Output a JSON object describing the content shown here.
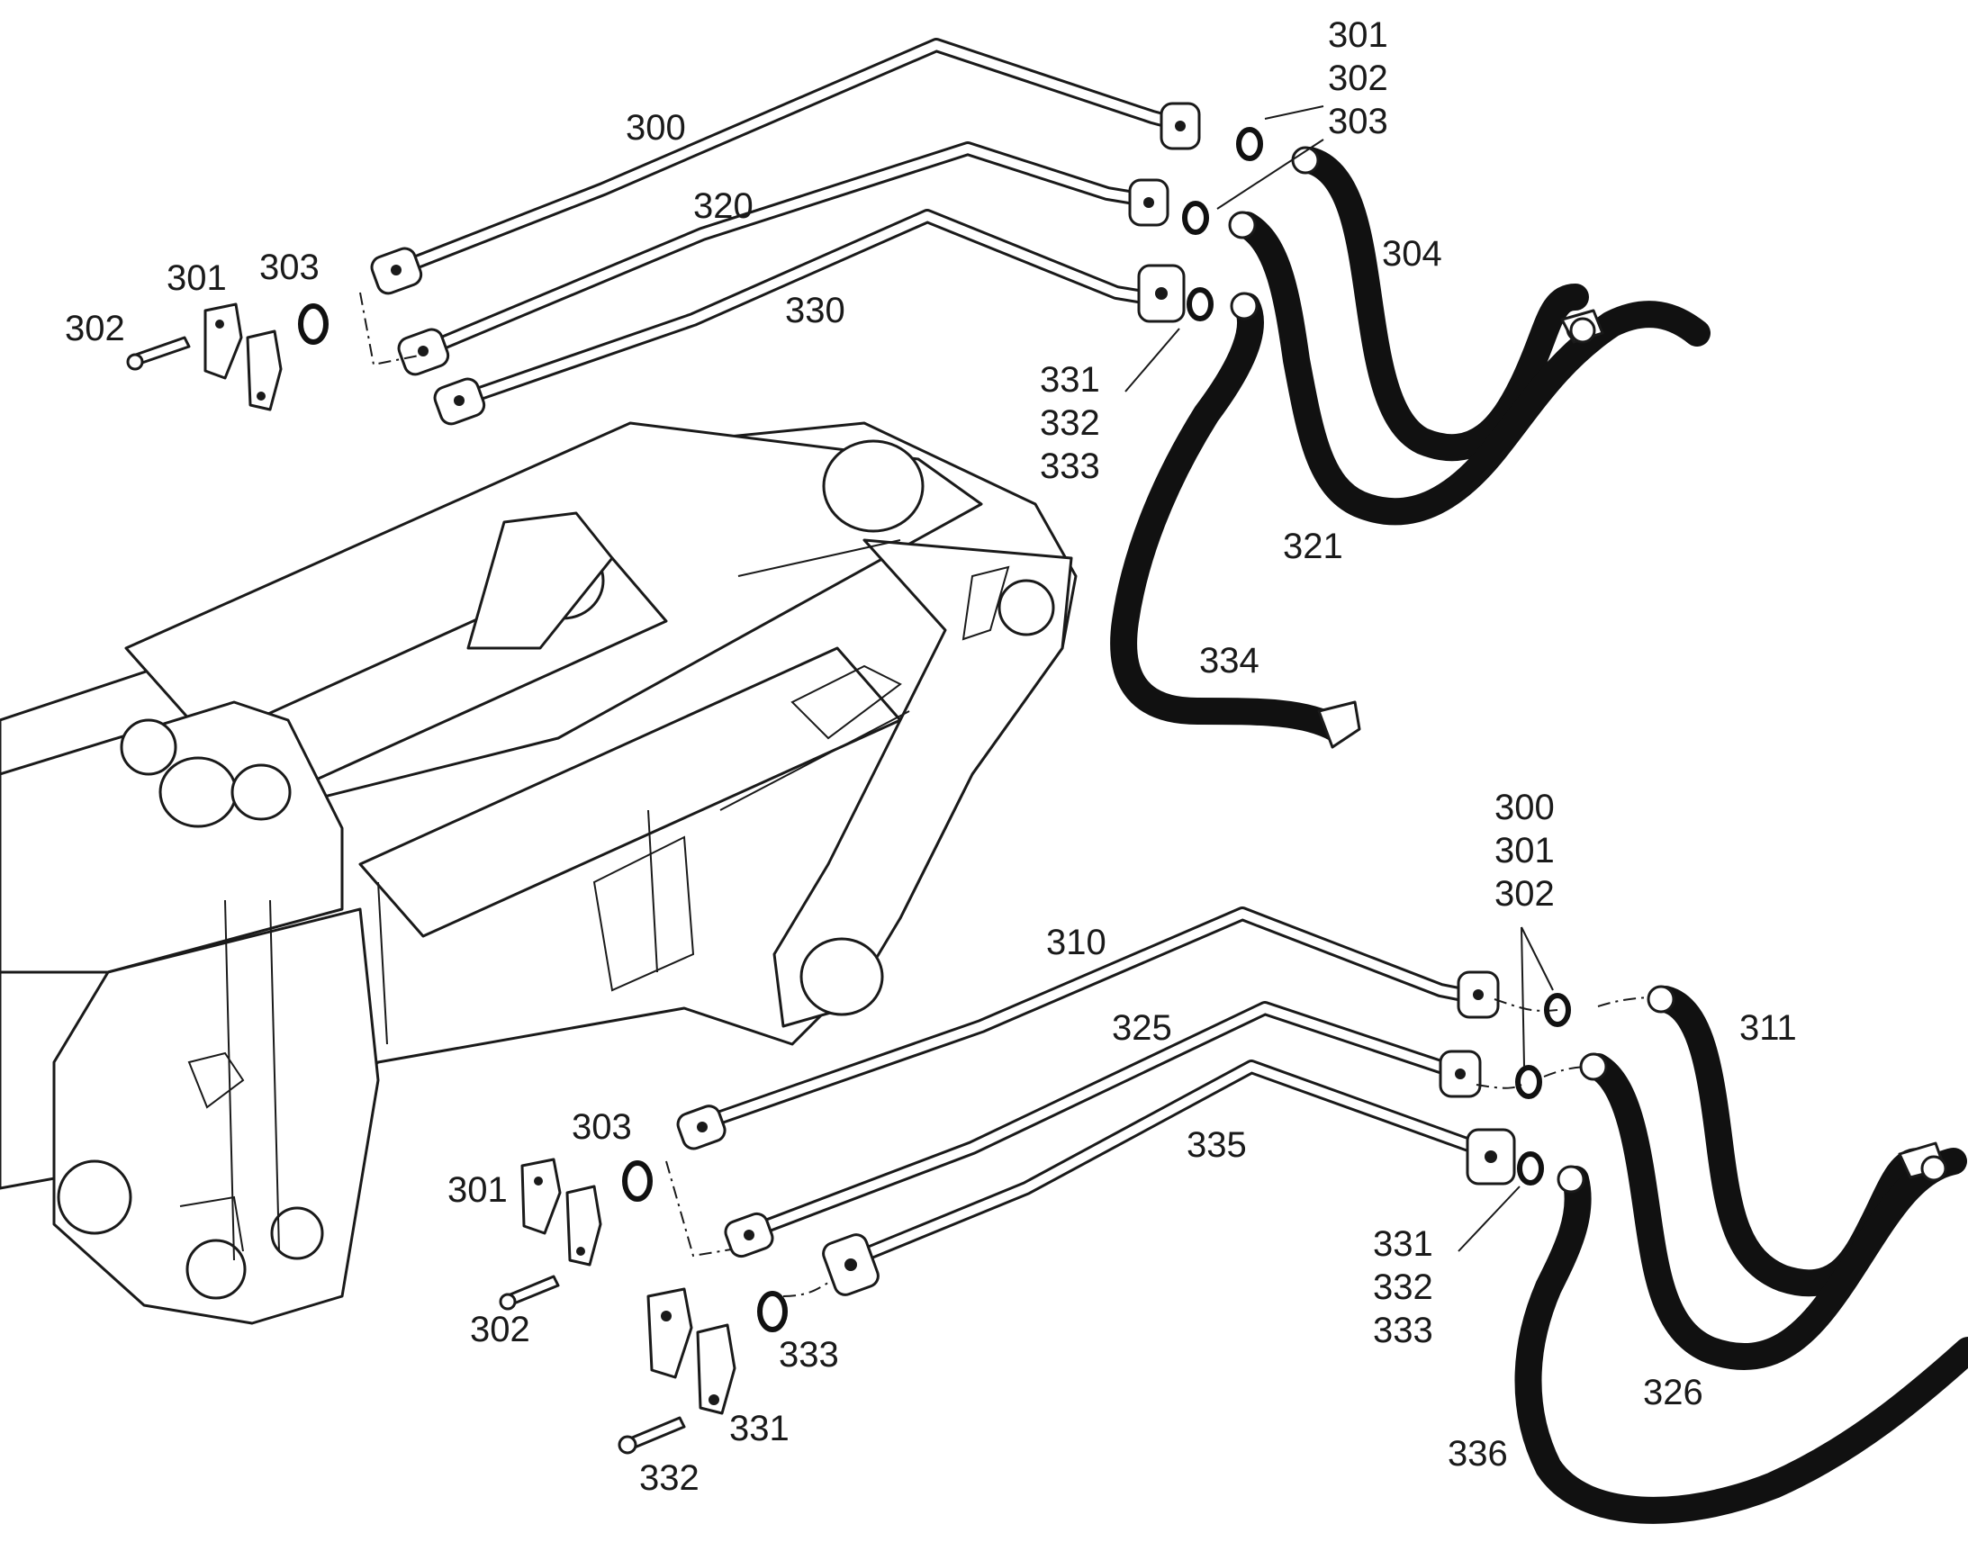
{
  "labels": {
    "l300a": "300",
    "l301a": "301",
    "l302a": "302",
    "l303a": "303",
    "l320": "320",
    "l330": "330",
    "l301b": "301",
    "l302b": "302",
    "l303b": "303",
    "l304": "304",
    "l331a": "331",
    "l332a": "332",
    "l333a": "333",
    "l321": "321",
    "l334": "334",
    "l300b": "300",
    "l301c": "301",
    "l302c": "302",
    "l310": "310",
    "l311": "311",
    "l325": "325",
    "l303c": "303",
    "l335": "335",
    "l301d": "301",
    "l331b": "331",
    "l332b": "332",
    "l333b": "333",
    "l302d": "302",
    "l333c": "333",
    "l331c": "331",
    "l326": "326",
    "l336": "336",
    "l332c": "332"
  }
}
